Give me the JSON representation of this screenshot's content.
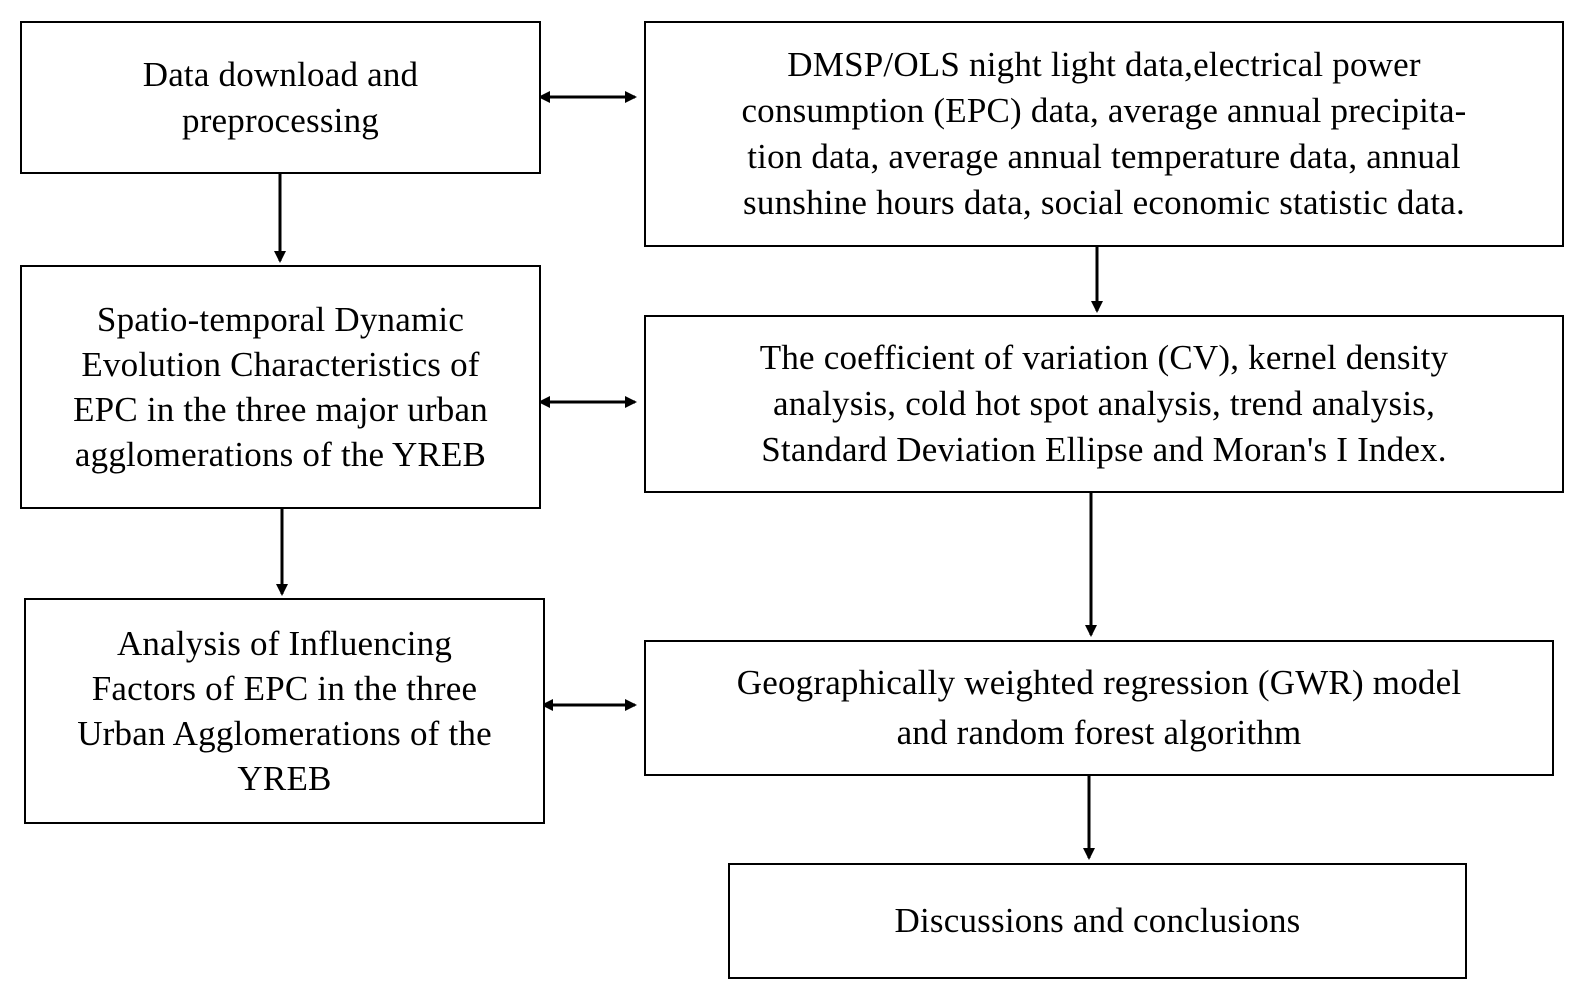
{
  "nodes": {
    "data_download": {
      "lines": [
        "Data download and",
        "preprocessing"
      ]
    },
    "datasets": {
      "lines": [
        "DMSP/OLS night light data,electrical power",
        "consumption (EPC) data, average annual precipita-",
        "tion data, average annual temperature data, annual",
        "sunshine hours data, social economic statistic data."
      ]
    },
    "spatiotemporal": {
      "lines": [
        "Spatio-temporal Dynamic",
        "Evolution Characteristics of",
        "EPC in the three major urban",
        "agglomerations of the YREB"
      ]
    },
    "methods": {
      "lines": [
        "The coefficient of variation (CV), kernel density",
        "analysis, cold hot spot analysis, trend analysis,",
        "Standard Deviation Ellipse and Moran's I Index."
      ]
    },
    "influencing": {
      "lines": [
        "Analysis of Influencing",
        "Factors of EPC in the three",
        "Urban Agglomerations of the",
        "YREB"
      ]
    },
    "gwr": {
      "lines": [
        "Geographically weighted regression (GWR) model",
        "and random forest algorithm"
      ]
    },
    "conclusions": {
      "lines": [
        "Discussions and conclusions"
      ]
    }
  }
}
